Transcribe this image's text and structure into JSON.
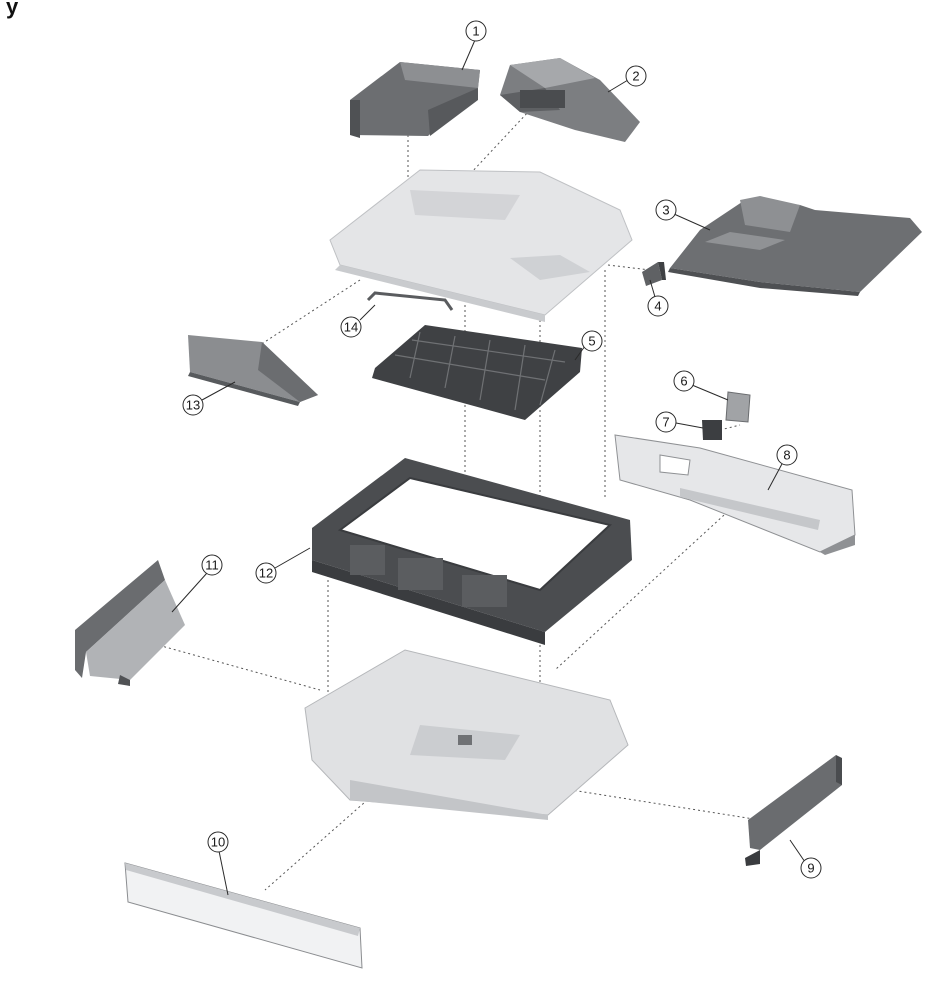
{
  "title_fragment": "y",
  "callouts": [
    {
      "label": "1",
      "part": "cover-top-left"
    },
    {
      "label": "2",
      "part": "hinge-cover-right"
    },
    {
      "label": "3",
      "part": "output-tray"
    },
    {
      "label": "4",
      "part": "small-bracket"
    },
    {
      "label": "5",
      "part": "rib-plate"
    },
    {
      "label": "6",
      "part": "small-pad-light"
    },
    {
      "label": "7",
      "part": "small-pad-dark"
    },
    {
      "label": "8",
      "part": "rear-panel"
    },
    {
      "label": "9",
      "part": "side-rail-right"
    },
    {
      "label": "10",
      "part": "front-cover"
    },
    {
      "label": "11",
      "part": "side-rail-left"
    },
    {
      "label": "12",
      "part": "frame"
    },
    {
      "label": "13",
      "part": "wedge-cover"
    },
    {
      "label": "14",
      "part": "spring-wire"
    }
  ],
  "colors": {
    "part_dark": "#6c6e71",
    "part_mid": "#8d8f92",
    "part_light": "#d8d9db",
    "line": "#2a2a2a"
  }
}
